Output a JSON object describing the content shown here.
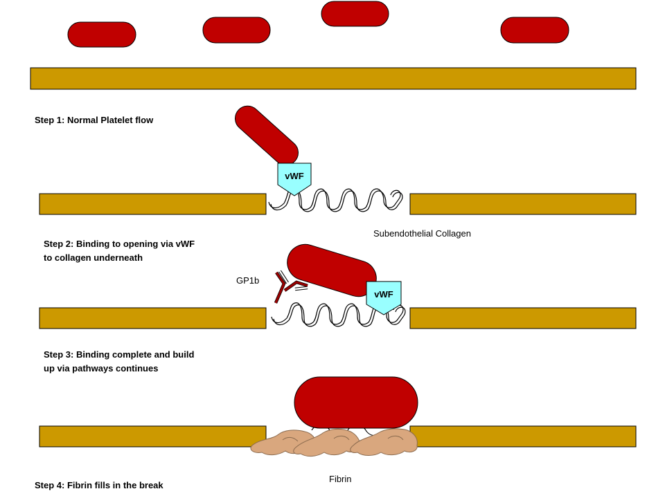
{
  "steps": {
    "step1": "Step 1: Normal Platelet flow",
    "step2_line1": "Step 2: Binding to opening via vWF",
    "step2_line2": "to collagen underneath",
    "step3_line1": "Step 3: Binding complete and build",
    "step3_line2": "up via pathways continues",
    "step4": "Step 4: Fibrin fills in the break"
  },
  "labels": {
    "vwf": "vWF",
    "collagen": "Subendothelial Collagen",
    "gp1b": "GP1b",
    "fibrin": "Fibrin"
  },
  "colors": {
    "platelet": "#c00000",
    "vessel_wall": "#cc9900",
    "vwf_fill": "#99ffff",
    "fibrin": "#d9a77e",
    "gp1b_dark": "#9b0000"
  }
}
